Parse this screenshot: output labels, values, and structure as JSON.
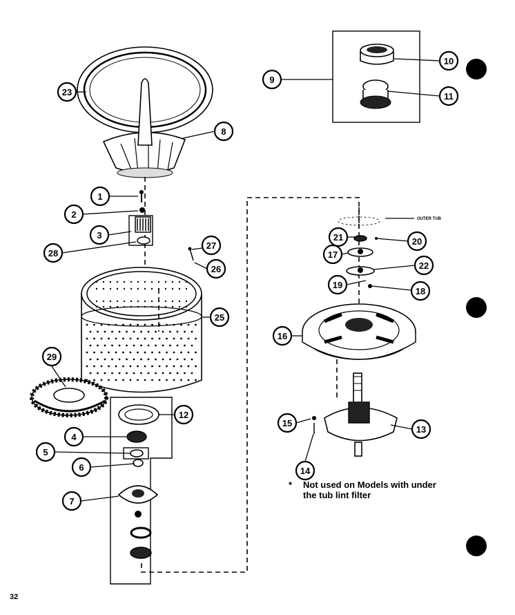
{
  "callouts": [
    {
      "n": "1"
    },
    {
      "n": "2"
    },
    {
      "n": "3"
    },
    {
      "n": "4"
    },
    {
      "n": "5"
    },
    {
      "n": "6"
    },
    {
      "n": "7"
    },
    {
      "n": "8"
    },
    {
      "n": "9"
    },
    {
      "n": "10"
    },
    {
      "n": "11"
    },
    {
      "n": "12"
    },
    {
      "n": "13"
    },
    {
      "n": "14"
    },
    {
      "n": "15"
    },
    {
      "n": "16"
    },
    {
      "n": "17"
    },
    {
      "n": "18"
    },
    {
      "n": "19"
    },
    {
      "n": "20"
    },
    {
      "n": "21"
    },
    {
      "n": "22"
    },
    {
      "n": "23"
    },
    {
      "n": "25"
    },
    {
      "n": "26"
    },
    {
      "n": "27"
    },
    {
      "n": "28"
    },
    {
      "n": "29"
    }
  ],
  "outer_tub_label": "OUTER TUB",
  "note": {
    "asterisk": "*",
    "text": "Not used on Models with under the tub lint filter"
  },
  "page_number": "32"
}
